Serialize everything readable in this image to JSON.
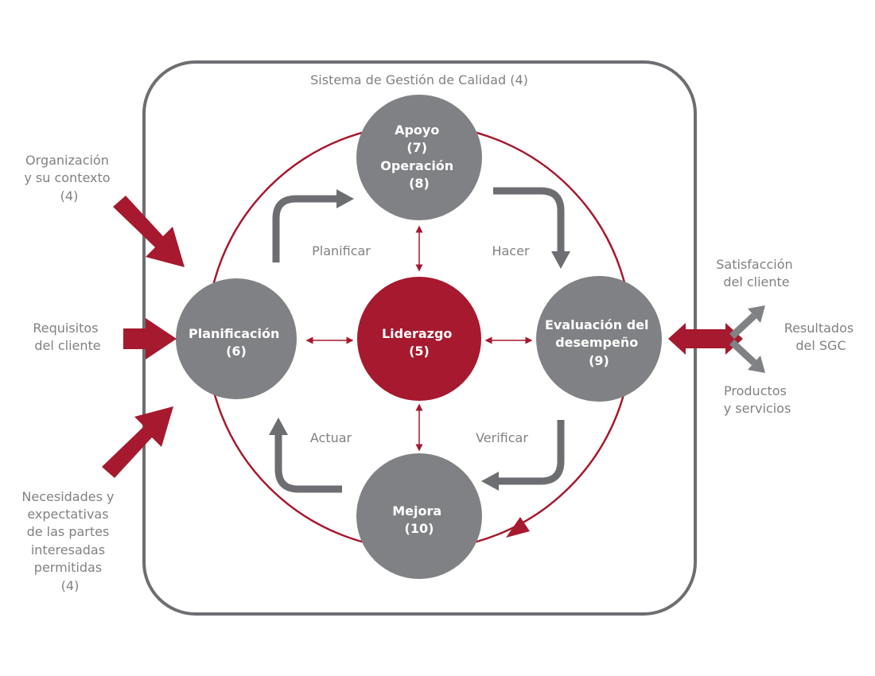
{
  "system": {
    "title": "Sistema de Gestión de Calidad (4)"
  },
  "nodes": {
    "support": {
      "lines": [
        "Apoyo",
        "(7)",
        "Operación",
        "(8)"
      ]
    },
    "planning": {
      "lines": [
        "Planificación",
        "(6)"
      ]
    },
    "leadership": {
      "lines": [
        "Liderazgo",
        "(5)"
      ]
    },
    "evaluation": {
      "lines": [
        "Evaluación del",
        "desempeño",
        "(9)"
      ]
    },
    "improvement": {
      "lines": [
        "Mejora",
        "(10)"
      ]
    }
  },
  "phases": {
    "plan": "Planificar",
    "do": "Hacer",
    "check": "Verificar",
    "act": "Actuar"
  },
  "inputs": {
    "context": [
      "Organización",
      "y su contexto",
      "(4)"
    ],
    "requirements": [
      "Requisitos",
      "del cliente"
    ],
    "needs": [
      "Necesidades y",
      "expectativas",
      "de las partes",
      "interesadas",
      "permitidas",
      "(4)"
    ]
  },
  "outputs": {
    "satisfaction": [
      "Satisfacción",
      "del cliente"
    ],
    "results": [
      "Resultados",
      "del SGC"
    ],
    "products": [
      "Productos",
      "y servicios"
    ]
  },
  "colors": {
    "red": "#a6192e",
    "gray": "#808184",
    "dark_gray": "#6d6e71"
  }
}
